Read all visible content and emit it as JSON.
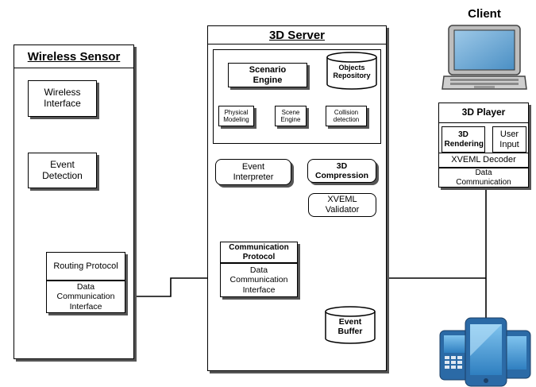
{
  "client": {
    "title": "Client",
    "player_title": "3D Player",
    "rendering": "3D Rendering",
    "user_input": "User Input",
    "decoder": "XVEML Decoder",
    "data_comm": "Data Communication"
  },
  "wireless": {
    "title": "Wireless Sensor",
    "interface": "Wireless Interface",
    "event_detection": "Event Detection",
    "routing": "Routing Protocol",
    "data_comm": "Data Communication Interface"
  },
  "server": {
    "title": "3D Server",
    "scenario_engine": "Scenario Engine",
    "objects_repo": "Objects Repository",
    "physical_modeling": "Physical Modeling",
    "scene_engine": "Scene Engine",
    "collision": "Collision detection",
    "event_interpreter": "Event Interpreter",
    "compression": "3D Compression",
    "validator": "XVEML Validator",
    "comm_protocol": "Communication Protocol",
    "data_comm": "Data Communication Interface",
    "event_buffer": "Event Buffer"
  }
}
